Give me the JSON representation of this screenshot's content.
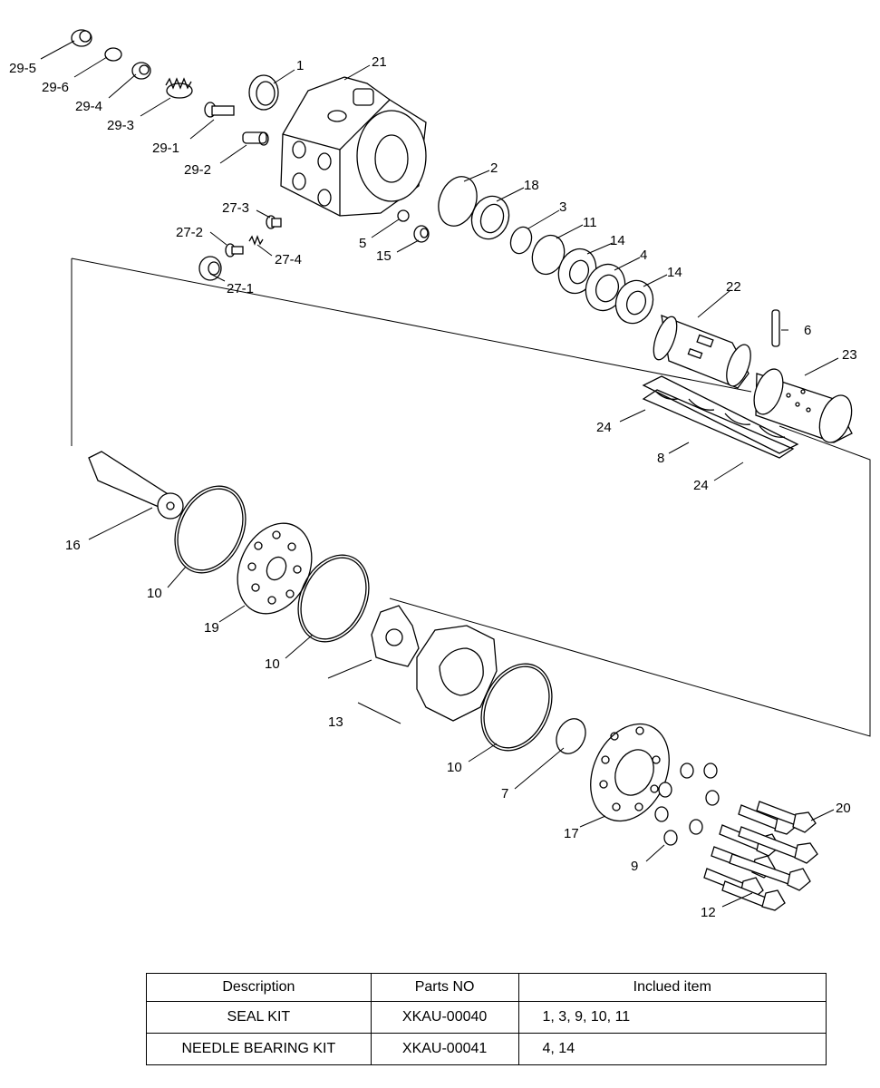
{
  "diagram": {
    "labels": [
      "29-5",
      "29-6",
      "29-4",
      "29-3",
      "29-1",
      "29-2",
      "1",
      "21",
      "27-3",
      "27-2",
      "27-4",
      "27-1",
      "5",
      "15",
      "2",
      "18",
      "3",
      "11",
      "14",
      "4",
      "14",
      "22",
      "6",
      "23",
      "24",
      "8",
      "24",
      "16",
      "10",
      "19",
      "10",
      "13",
      "10",
      "7",
      "17",
      "9",
      "20",
      "12"
    ]
  },
  "table": {
    "headers": [
      "Description",
      "Parts NO",
      "Inclued item"
    ],
    "rows": [
      {
        "description": "SEAL KIT",
        "parts_no": "XKAU-00040",
        "included": "1, 3, 9, 10, 11"
      },
      {
        "description": "NEEDLE BEARING KIT",
        "parts_no": "XKAU-00041",
        "included": "4, 14"
      }
    ]
  }
}
